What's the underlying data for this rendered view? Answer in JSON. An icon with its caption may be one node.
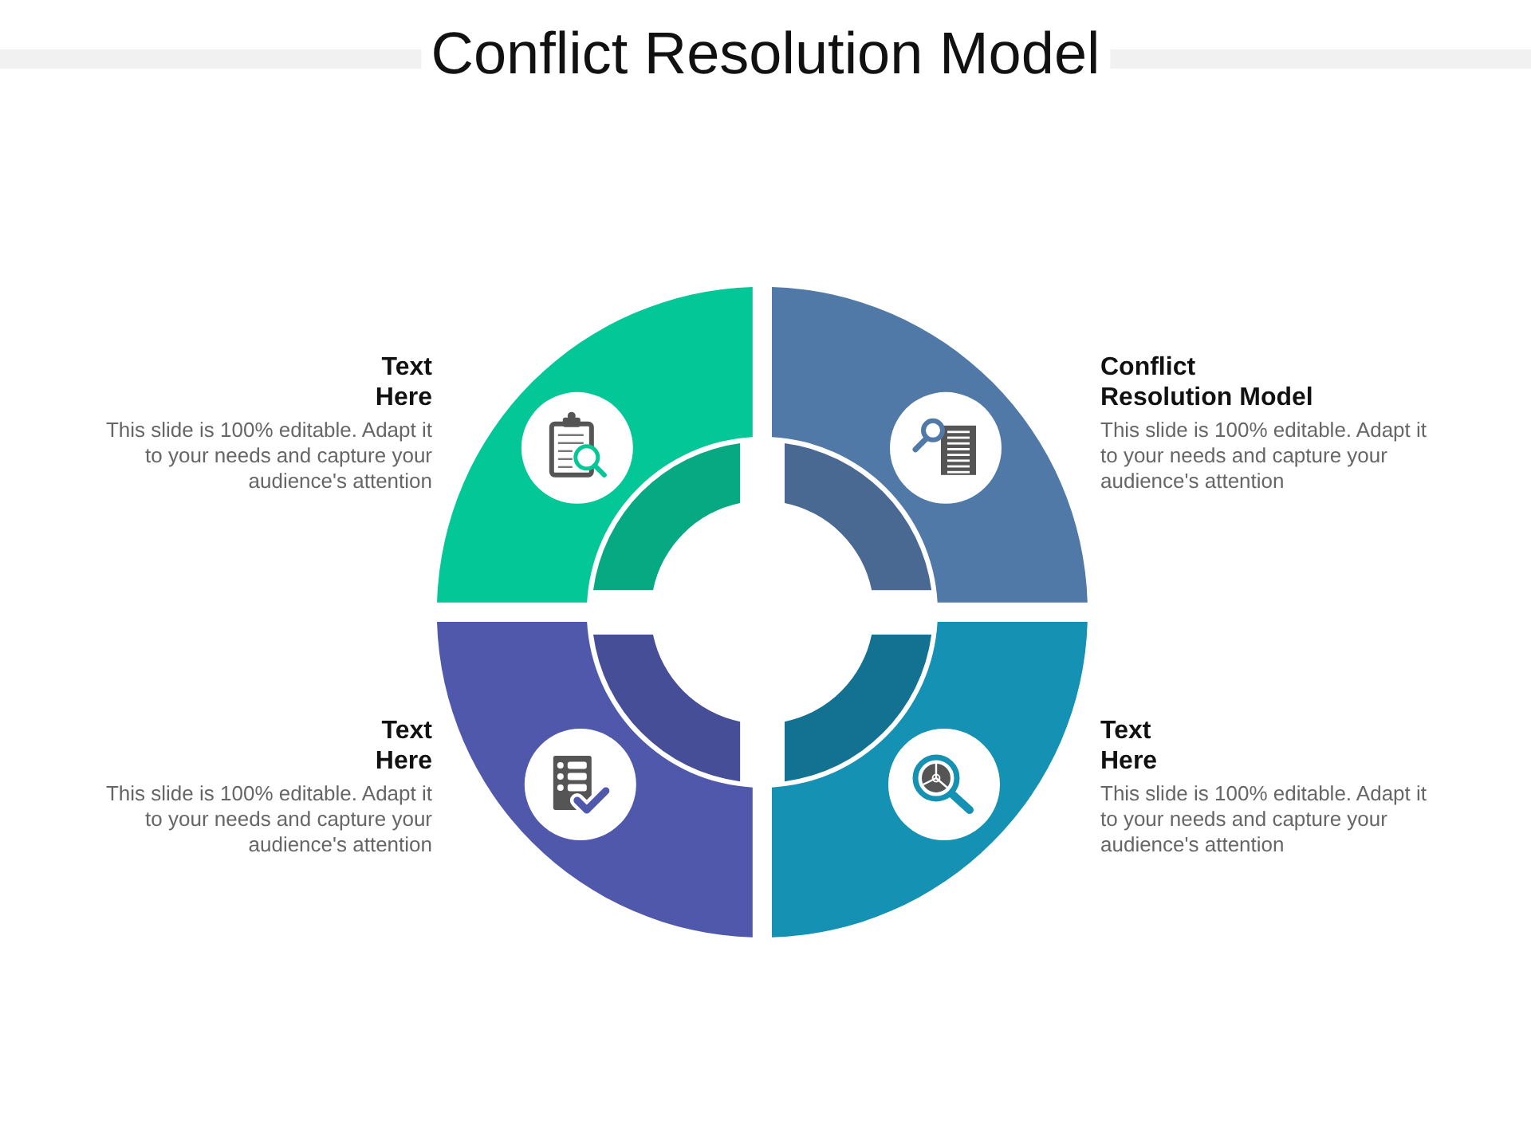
{
  "diagram": {
    "title": "Conflict Resolution Model",
    "nodes": [
      {
        "text": [],
        "shape": "sector",
        "beside": [
          "Text Here",
          "This slide is 100% editable. Adapt it to your needs and capture your audience's attention"
        ]
      },
      {
        "text": [],
        "shape": "sector",
        "beside": [
          "Conflict Resolution Model",
          "This slide is 100% editable. Adapt it to your needs and capture your audience's attention"
        ]
      },
      {
        "text": [],
        "shape": "sector",
        "beside": [
          "Text Here",
          "This slide is 100% editable. Adapt it to your needs and capture your audience's attention"
        ]
      },
      {
        "text": [],
        "shape": "sector",
        "beside": [
          "Text Here",
          "This slide is 100% editable. Adapt it to your needs and capture your audience's attention"
        ]
      },
      {
        "text": [],
        "shape": "sector"
      },
      {
        "text": [],
        "shape": "sector"
      },
      {
        "text": [],
        "shape": "sector"
      },
      {
        "text": [],
        "shape": "sector"
      }
    ]
  }
}
